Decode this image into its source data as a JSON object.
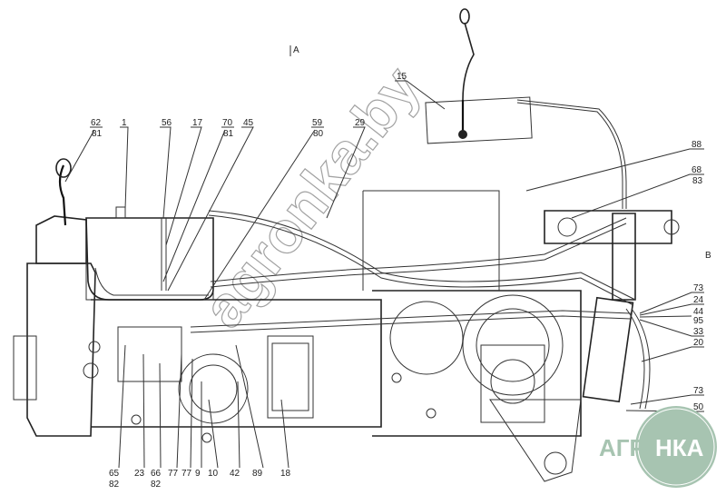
{
  "view_markers": {
    "a": "A",
    "b": "B"
  },
  "callouts": {
    "top": [
      {
        "n": "62",
        "d": "81"
      },
      {
        "n": "1"
      },
      {
        "n": "56"
      },
      {
        "n": "17"
      },
      {
        "n": "70",
        "d": "81"
      },
      {
        "n": "45"
      },
      {
        "n": "59",
        "d": "80"
      },
      {
        "n": "29"
      }
    ],
    "upper": [
      {
        "n": "15"
      },
      {
        "n": "88"
      },
      {
        "n": "68",
        "d": "83"
      }
    ],
    "right": [
      "73",
      "24",
      "44",
      "95",
      "33",
      "20",
      "73",
      "50"
    ],
    "bottom": [
      {
        "n": "65",
        "d": "82"
      },
      {
        "n": "23"
      },
      {
        "n": "66",
        "d": "82"
      },
      {
        "n": "77"
      },
      {
        "n": "77"
      },
      {
        "n": "9"
      },
      {
        "n": "10"
      },
      {
        "n": "42"
      },
      {
        "n": "89"
      },
      {
        "n": "18"
      }
    ]
  },
  "watermark": "agronka.by",
  "logo": {
    "left": "АГРО",
    "right": "НКА",
    "color": "#a7c4b1"
  }
}
